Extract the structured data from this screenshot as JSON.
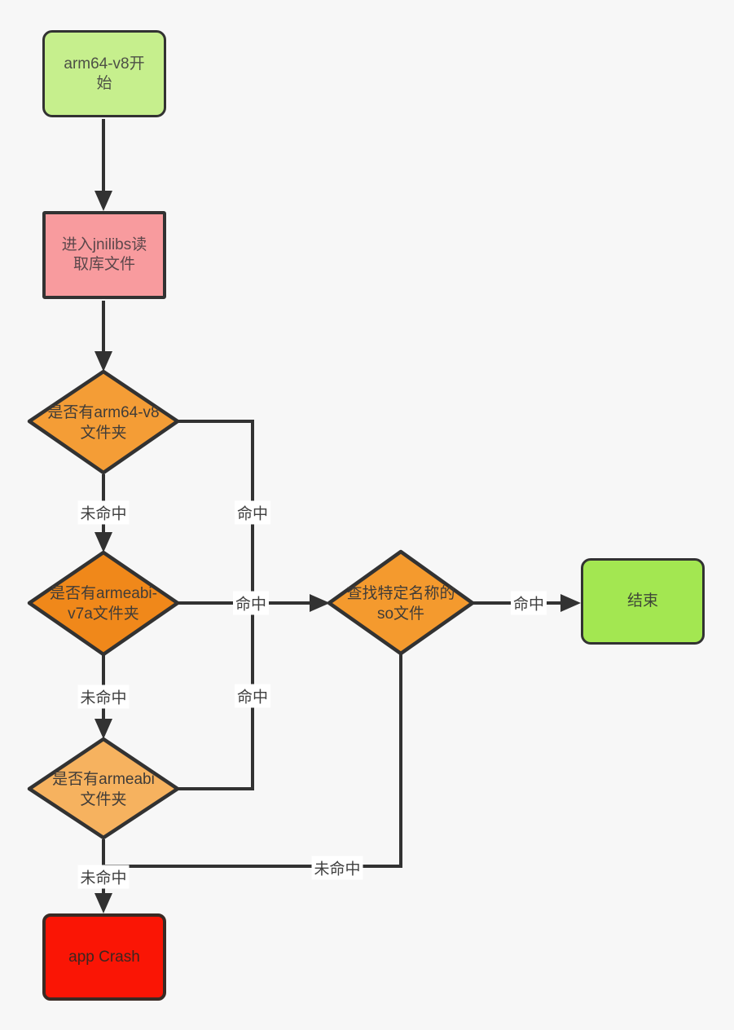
{
  "flowchart": {
    "background_color": "#f7f7f7",
    "line_color": "#323232",
    "nodes": {
      "start": {
        "label": "arm64-v8开始",
        "shape": "rounded-rect",
        "fill": "#c6ef8d"
      },
      "read_libs": {
        "label": "进入jnilibs读取库文件",
        "shape": "rect",
        "fill": "#f89b9e"
      },
      "check_arm64": {
        "label": "是否有arm64-v8文件夹",
        "shape": "diamond",
        "fill": "#f49d36"
      },
      "check_armeabi_v7a": {
        "label": "是否有armeabi-v7a文件夹",
        "shape": "diamond",
        "fill": "#f0881a"
      },
      "check_armeabi": {
        "label": "是否有armeabi文件夹",
        "shape": "diamond",
        "fill": "#f6b25f"
      },
      "find_so": {
        "label": "查找特定名称的so文件",
        "shape": "diamond",
        "fill": "#f49a2e"
      },
      "end": {
        "label": "结束",
        "shape": "rounded-rect",
        "fill": "#a3e751"
      },
      "crash": {
        "label": "app Crash",
        "shape": "rounded-rect",
        "fill": "#fa1505"
      }
    },
    "edge_labels": {
      "arm64_miss": "未命中",
      "arm64_hit": "命中",
      "v7a_hit": "命中",
      "v7a_miss": "未命中",
      "armeabi_hit": "命中",
      "find_hit": "命中",
      "find_miss": "未命中",
      "armeabi_miss": "未命中"
    }
  }
}
